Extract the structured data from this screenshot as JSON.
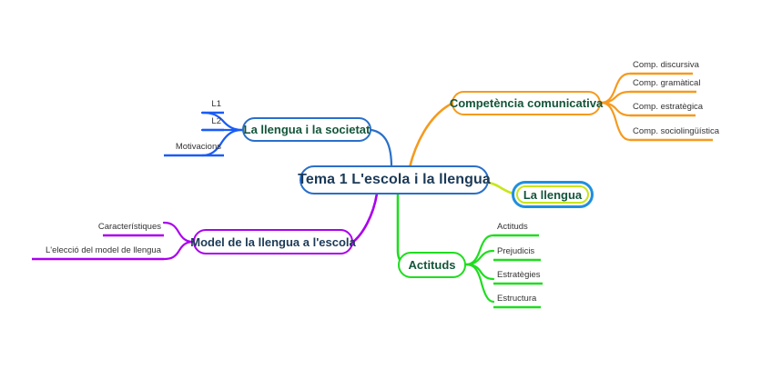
{
  "diagram": {
    "type": "mind-map",
    "background": "#ffffff",
    "central": {
      "label": "Tema 1 L'escola i la llengua",
      "border_color": "#2a6fc9",
      "text_color": "#1b3a57"
    },
    "colors": {
      "blue": "#1a5cf5",
      "orange": "#f59a1e",
      "green": "#1fdd1f",
      "purple": "#aa00ee",
      "yellow_green": "#c8e619",
      "selected_ring": "#1f8fe0",
      "branch_text": "#14553a",
      "leaf_text": "#333333"
    },
    "branches": [
      {
        "id": "la-llengua-i-la-societat",
        "label": "La llengua i la societat",
        "color": "#1a5cf5",
        "border_color": "#2a6fc9",
        "side": "left",
        "children": [
          {
            "label": "L1"
          },
          {
            "label": "L2"
          },
          {
            "label": "Motivacions"
          }
        ]
      },
      {
        "id": "competencia-comunicativa",
        "label": "Compètència comunicativa",
        "display_label": "Competència comunicativa",
        "color": "#f59a1e",
        "border_color": "#f59a1e",
        "side": "right",
        "children": [
          {
            "label": "Comp. discursiva"
          },
          {
            "label": "Comp. gramàtical"
          },
          {
            "label": "Comp. estratègica"
          },
          {
            "label": "Comp. sociolingüística"
          }
        ]
      },
      {
        "id": "la-llengua",
        "label": "La llengua",
        "color": "#c8e619",
        "border_color": "#1f8fe0",
        "inner_border_color": "#c8e619",
        "side": "right",
        "selected": true,
        "children": []
      },
      {
        "id": "actituds",
        "label": "Actituds",
        "color": "#1fdd1f",
        "border_color": "#1fdd1f",
        "side": "right",
        "children": [
          {
            "label": "Actituds"
          },
          {
            "label": "Prejudicis"
          },
          {
            "label": "Estratègies"
          },
          {
            "label": "Estructura"
          }
        ]
      },
      {
        "id": "model-de-la-llengua-a-lescola",
        "label": "Model de la llengua a l'escola",
        "color": "#aa00ee",
        "border_color": "#aa00ee",
        "side": "left",
        "children": [
          {
            "label": "Característiques"
          },
          {
            "label": "L'elecció del model de llengua"
          }
        ]
      }
    ]
  }
}
